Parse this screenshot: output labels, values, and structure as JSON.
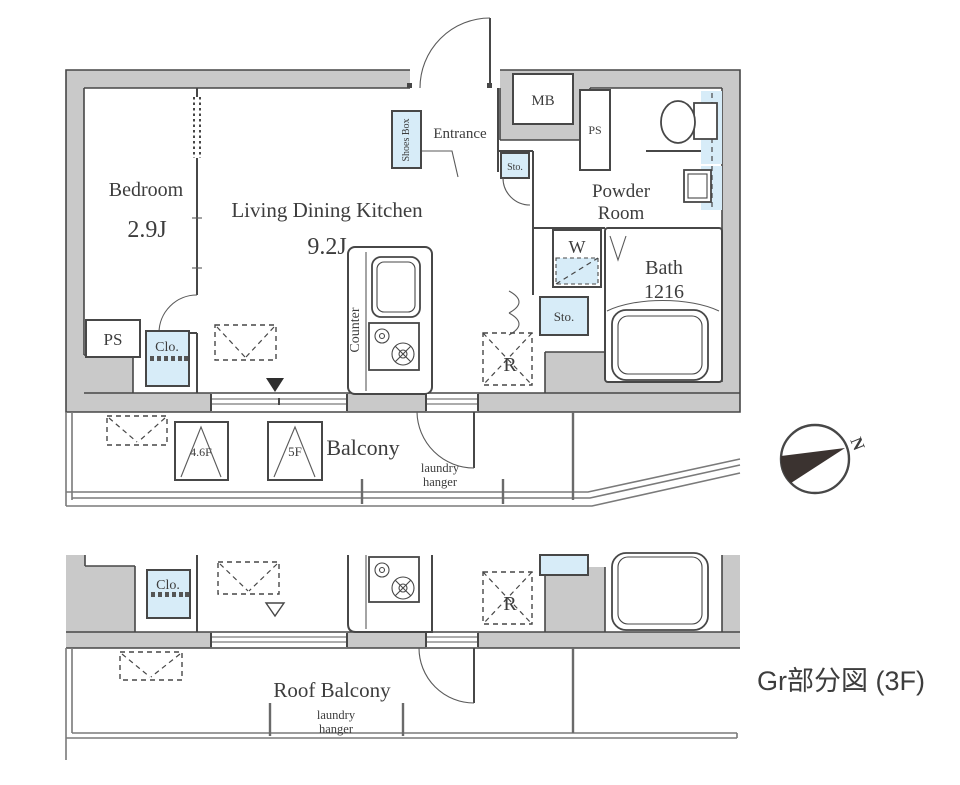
{
  "colors": {
    "wall_gray": "#c9c9c9",
    "outline": "#474747",
    "accent_blue": "#d7ecf8",
    "text": "#3d3d3d"
  },
  "plan": {
    "bedroom": {
      "name": "Bedroom",
      "size": "2.9J"
    },
    "ldk": {
      "name": "Living Dining Kitchen",
      "size": "9.2J"
    },
    "entrance": "Entrance",
    "shoes_box": "Shoes Box",
    "meter_box": "MB",
    "pipe_space_top": "PS",
    "storage_hall": "Sto.",
    "powder_room": {
      "line1": "Powder",
      "line2": "Room"
    },
    "washer": "W",
    "bath": {
      "line1": "Bath",
      "line2": "1216"
    },
    "storage_mid": "Sto.",
    "refrigerator": "R",
    "pipe_space_left": "PS",
    "closet": "Clo.",
    "counter": "Counter"
  },
  "balcony": {
    "name": "Balcony",
    "laundry": {
      "line1": "laundry",
      "line2": "hanger"
    },
    "hatch_boxes": [
      "4.6F",
      "5F"
    ]
  },
  "lower_plan": {
    "closet": "Clo.",
    "refrigerator": "R"
  },
  "roof_balcony": {
    "name": "Roof Balcony",
    "laundry": {
      "line1": "laundry",
      "line2": "hanger"
    }
  },
  "caption": "Gr部分図 (3F)",
  "compass_north": "N"
}
